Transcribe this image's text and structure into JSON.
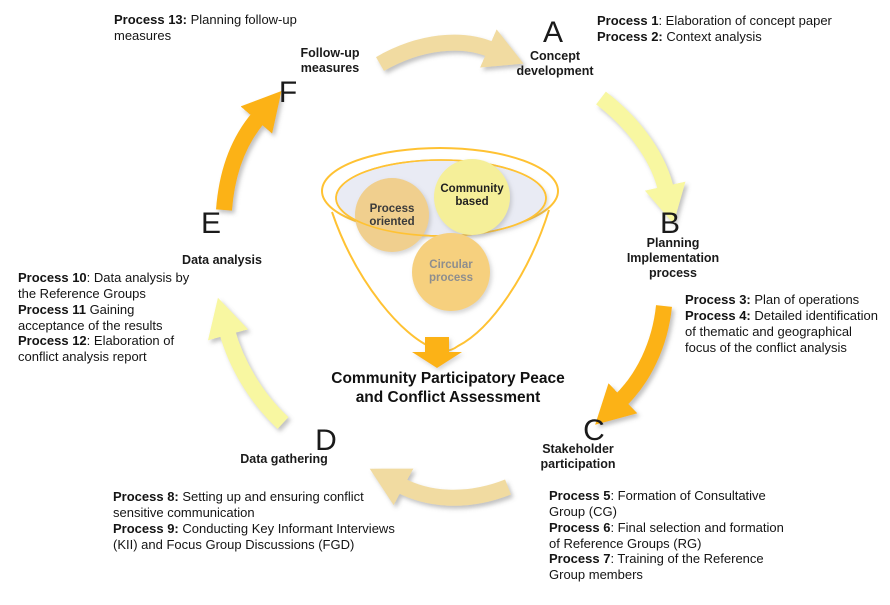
{
  "title": "Community Participatory Peace\nand Conflict Assessment",
  "stages": {
    "a": {
      "letter": "A",
      "name": "Concept\ndevelopment"
    },
    "b": {
      "letter": "B",
      "name": "Planning\nImplementation\nprocess"
    },
    "c": {
      "letter": "C",
      "name": "Stakeholder\nparticipation"
    },
    "d": {
      "letter": "D",
      "name": "Data gathering"
    },
    "e": {
      "letter": "E",
      "name": "Data analysis"
    },
    "f": {
      "letter": "F",
      "name": "Follow-up\nmeasures"
    }
  },
  "notes": {
    "p13": {
      "items": [
        {
          "b": "Process 13:",
          "t": " Planning follow-up measures"
        }
      ]
    },
    "p1_2": {
      "items": [
        {
          "b": "Process 1",
          "t": ": Elaboration of concept paper"
        },
        {
          "b": "Process 2:",
          "t": " Context analysis"
        }
      ]
    },
    "p3_4": {
      "items": [
        {
          "b": "Process 3:",
          "t": " Plan of operations"
        },
        {
          "b": "Process 4:",
          "t": " Detailed identification of thematic and geographical focus of the conflict analysis"
        }
      ]
    },
    "p5_7": {
      "items": [
        {
          "b": "Process 5",
          "t": ": Formation of Consultative Group (CG)"
        },
        {
          "b": "Process 6",
          "t": ": Final selection and formation of Reference Groups (RG)"
        },
        {
          "b": "Process 7",
          "t": ": Training of the Reference Group members"
        }
      ]
    },
    "p8_9": {
      "items": [
        {
          "b": "Process 8:",
          "t": " Setting up and ensuring conflict sensitive communication"
        },
        {
          "b": "Process 9:",
          "t": " Conducting Key Informant Interviews (KII) and Focus Group Discussions (FGD)"
        }
      ]
    },
    "p10_12": {
      "items": [
        {
          "b": "Process 10",
          "t": ": Data analysis by the Reference Groups"
        },
        {
          "b": "Process 11",
          "t": " Gaining acceptance of the results"
        },
        {
          "b": "Process 12",
          "t": ": Elaboration of conflict analysis report"
        }
      ]
    }
  },
  "funnel": {
    "circles": [
      {
        "label": "Process\noriented",
        "fill": "#F0CF8E"
      },
      {
        "label": "Community\nbased",
        "fill": "#F5EF99"
      },
      {
        "label": "Circular\nprocess",
        "fill": "#F6D07E"
      }
    ]
  },
  "colors": {
    "arrow_tan": "#F1DBA1",
    "arrow_pale_yellow": "#F8F7A1",
    "arrow_orange": "#FCB215",
    "funnel_outline": "#FFC233",
    "funnel_basin_fill": "#E9EBF4"
  }
}
